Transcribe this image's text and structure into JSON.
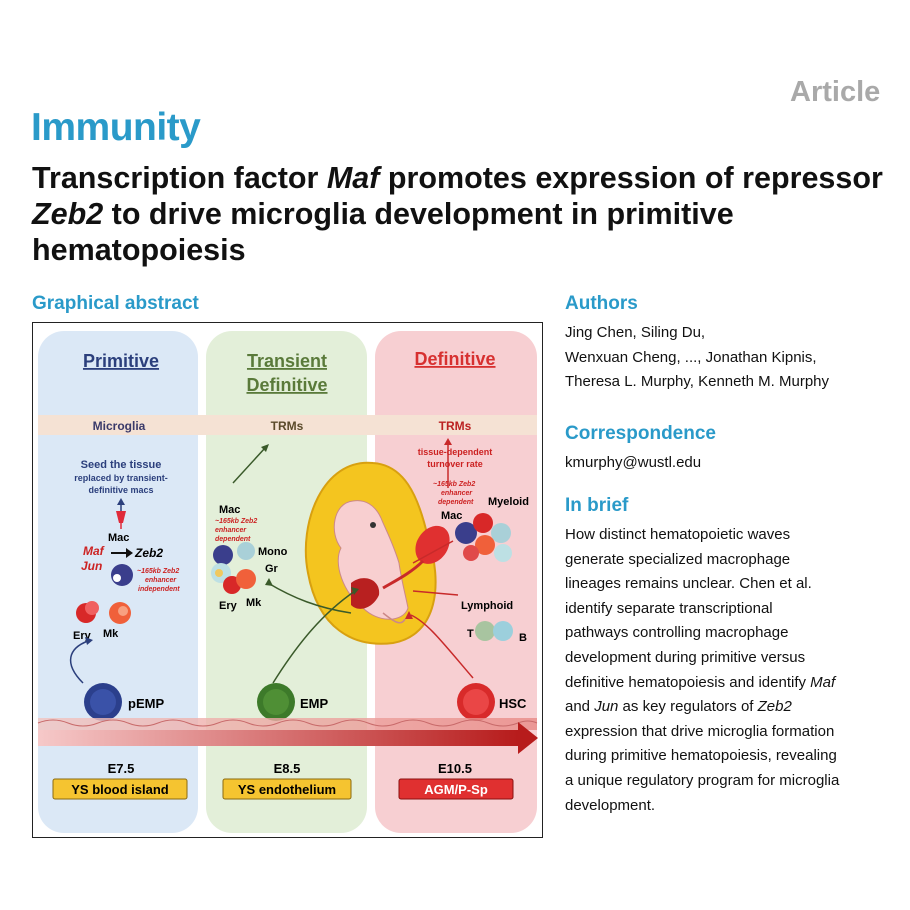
{
  "header": {
    "article_label": "Article",
    "journal": "Immunity",
    "title_parts": [
      "Transcription factor ",
      "Maf",
      " promotes expression of repressor ",
      "Zeb2",
      " to drive microglia development in primitive hematopoiesis"
    ]
  },
  "graphical_abstract": {
    "heading": "Graphical abstract",
    "columns": [
      {
        "title": "Primitive",
        "title2": "",
        "band": "Microglia",
        "stage": "E7.5",
        "site": "YS blood island",
        "progenitor": "pEMP",
        "color": "#dbe8f6",
        "title_color": "#2b3f7c"
      },
      {
        "title": "Transient",
        "title2": "Definitive",
        "band": "TRMs",
        "stage": "E8.5",
        "site": "YS endothelium",
        "progenitor": "EMP",
        "color": "#e3efd9",
        "title_color": "#5a7a3a"
      },
      {
        "title": "Definitive",
        "title2": "",
        "band": "TRMs",
        "stage": "E10.5",
        "site": "AGM/P-Sp",
        "progenitor": "HSC",
        "color": "#f7cfd2",
        "title_color": "#d73030"
      }
    ],
    "primitive": {
      "seed_line1": "Seed the tissue",
      "seed_line2": "replaced by transient-",
      "seed_line3": "definitive macs",
      "mac": "Mac",
      "maf": "Maf",
      "jun": "Jun",
      "zeb2": "Zeb2",
      "enh1": "~165kb Zeb2",
      "enh2": "enhancer",
      "enh3": "independent",
      "ery": "Ery",
      "mk": "Mk"
    },
    "transient": {
      "mac": "Mac",
      "enh1": "~165kb Zeb2",
      "enh2": "enhancer",
      "enh3": "dependent",
      "mono": "Mono",
      "gr": "Gr",
      "ery": "Ery",
      "mk": "Mk"
    },
    "definitive": {
      "turnover1": "tissue-dependent",
      "turnover2": "turnover rate",
      "enh1": "~165kb Zeb2",
      "enh2": "enhancer",
      "enh3": "dependent",
      "mac": "Mac",
      "myeloid": "Myeloid",
      "lymphoid": "Lymphoid",
      "t": "T",
      "b": "B"
    },
    "colors": {
      "site_yellow": "#f5c430",
      "site_red": "#e03030",
      "arrow_red": "#c82a2a",
      "embryo_yellow": "#f4c51f"
    }
  },
  "authors": {
    "heading": "Authors",
    "line1": "Jing Chen, Siling Du,",
    "line2": "Wenxuan Cheng, ..., Jonathan Kipnis,",
    "line3": "Theresa L. Murphy, Kenneth M. Murphy"
  },
  "correspondence": {
    "heading": "Correspondence",
    "email": "kmurphy@wustl.edu"
  },
  "in_brief": {
    "heading": "In brief",
    "lines": [
      "How distinct hematopoietic waves",
      "generate specialized macrophage",
      "lineages remains unclear. Chen et al.",
      "identify separate transcriptional",
      "pathways controlling macrophage",
      "development during primitive versus",
      "definitive hematopoiesis and identify ",
      "and ",
      " as key regulators of ",
      "expression that drive microglia formation",
      "during primitive hematopoiesis, revealing",
      "a unique regulatory program for microglia",
      "development."
    ],
    "maf": "Maf",
    "jun": "Jun",
    "zeb2": "Zeb2"
  }
}
